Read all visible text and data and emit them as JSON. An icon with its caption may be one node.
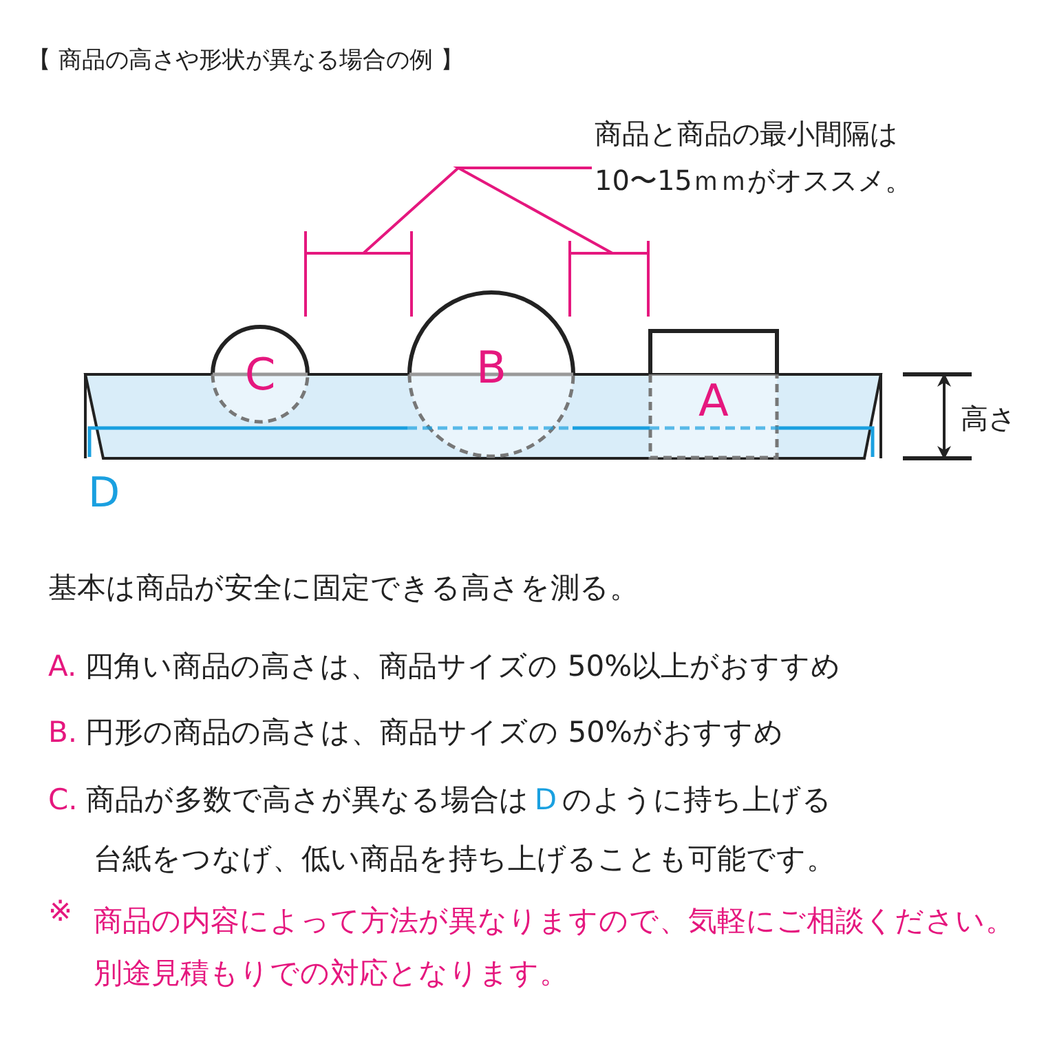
{
  "diagram": {
    "title": "【 商品の高さや形状が異なる場合の例 】",
    "nodes": [
      {
        "text": [
          "商品と商品の最小間隔は10〜15ｍｍがオススメ。"
        ]
      },
      {
        "text": [],
        "shape": "bar"
      },
      {
        "text": [],
        "shape": "bar"
      },
      {
        "text": [
          "C"
        ]
      },
      {
        "text": [
          "B"
        ]
      },
      {
        "text": [
          "A"
        ]
      },
      {
        "text": [
          "D"
        ]
      }
    ],
    "edges": [
      {
        "from": 0,
        "to": 1,
        "arrow": "none"
      },
      {
        "from": 0,
        "to": 2,
        "arrow": "none"
      }
    ],
    "labels": [
      "高さ",
      "基本は商品が安全に固定できる高さを測る。",
      "A.",
      "四角い商品の高さは、商品サイズの 50%以上がおすすめ",
      "B.",
      "円形の商品の高さは、商品サイズの 50%がおすすめ",
      "C.",
      "商品が多数で高さが異なる場合は",
      "D",
      "のように持ち上げる",
      "台紙をつなげ、低い商品を持ち上げることも可能です。",
      "※",
      "商品の内容によって方法が異なりますので、気軽にご相談ください。別途見積もりでの対応となります。"
    ]
  }
}
